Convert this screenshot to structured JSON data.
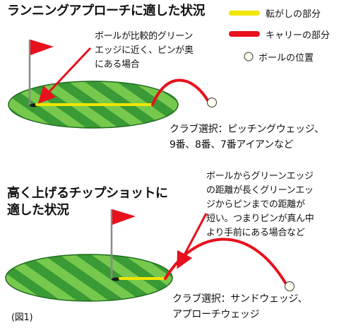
{
  "diagram": {
    "title_top": "ランニングアプローチに適した状況",
    "title_bottom_line1": "高く上げるチップショットに",
    "title_bottom_line2": "適した状況",
    "legend": {
      "roll": {
        "label": "転がしの部分",
        "color": "#f2e600"
      },
      "carry": {
        "label": "キャリーの部分",
        "color": "#e8101c"
      },
      "ball": {
        "label": "ボールの位置"
      }
    },
    "annotation_top": [
      "ボールが比較的グリーン",
      "エッジに近く、ピンが奥",
      "にある場合"
    ],
    "club_top": [
      "クラブ選択：ピッチングウェッジ、",
      "9番、8番、7番アイアンなど"
    ],
    "annotation_bottom": [
      "ボールからグリーンエッジ",
      "の距離が長くグリーンエッ",
      "ジからピンまでの距離が",
      "短い。つまりピンが真ん中",
      "より手前にある場合など"
    ],
    "club_bottom": [
      "クラブ選択：サンドウェッジ、",
      "アプローチウェッジ"
    ],
    "figure_label": "(図1)",
    "colors": {
      "green_light": "#74c84a",
      "green_dark": "#2d8f2d",
      "flag": "#e8101c",
      "arrow": "#e8101c"
    }
  }
}
